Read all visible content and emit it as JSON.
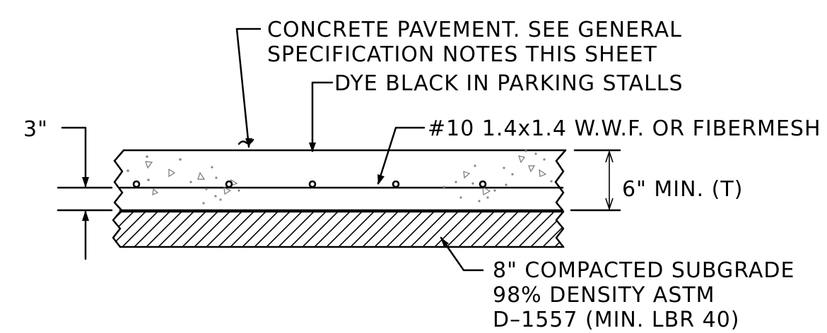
{
  "callouts": {
    "concrete_line1": "CONCRETE PAVEMENT. SEE GENERAL",
    "concrete_line2": "SPECIFICATION NOTES THIS SHEET",
    "dye": "DYE BLACK IN PARKING STALLS",
    "mesh": "#10 1.4x1.4 W.W.F. OR FIBERMESH",
    "subgrade_line1": "8\" COMPACTED SUBGRADE",
    "subgrade_line2": "98% DENSITY ASTM",
    "subgrade_line3": "D–1557 (MIN. LBR 40)"
  },
  "dimensions": {
    "reinforcement_depth": "3\"",
    "slab_thickness": "6\" MIN. (T)"
  }
}
